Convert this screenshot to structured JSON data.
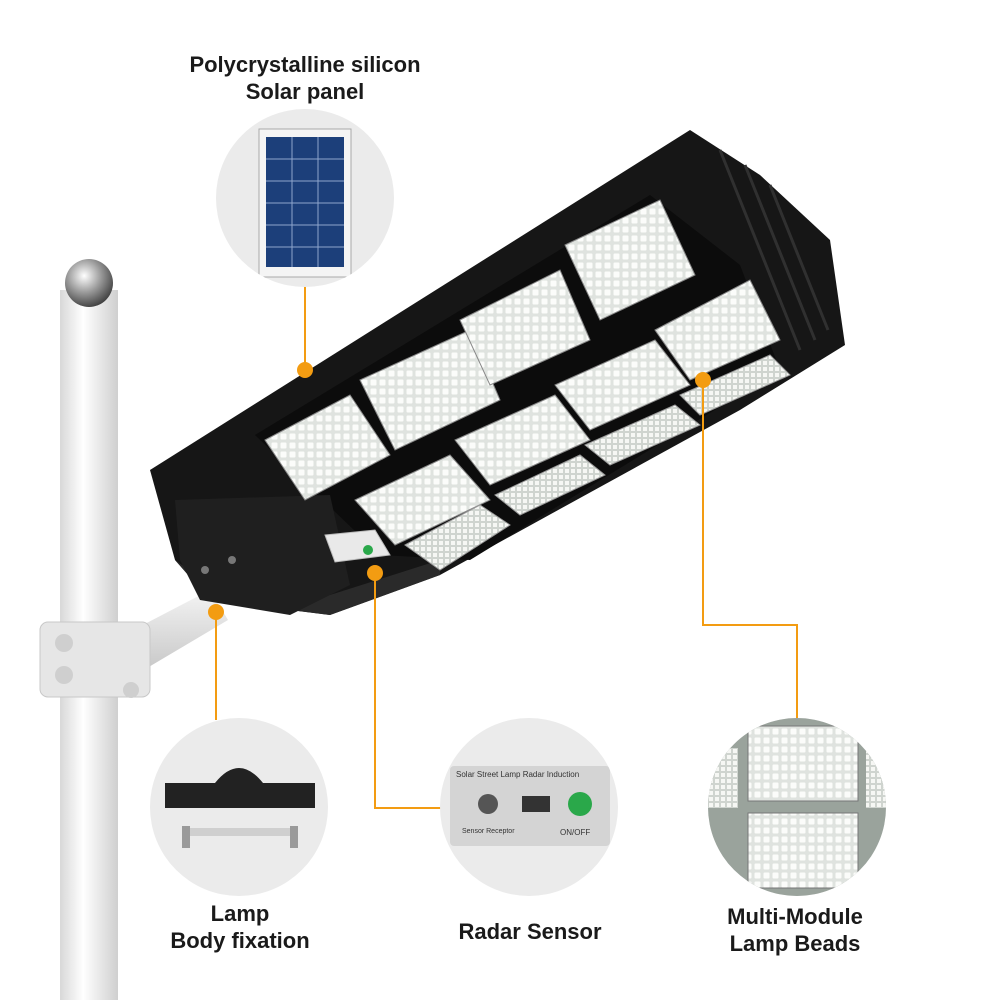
{
  "colors": {
    "leader": "#f39c12",
    "housing": "#161616",
    "pole": "#f2f2f2",
    "led": "#e9ece8",
    "sensor_button": "#2aa84a"
  },
  "labels": {
    "solar": {
      "line1": "Polycrystalline silicon",
      "line2": "Solar panel"
    },
    "fixation": {
      "line1": "Lamp",
      "line2": "Body fixation"
    },
    "radar": {
      "line1": "Radar Sensor"
    },
    "beads": {
      "line1": "Multi-Module",
      "line2": "Lamp Beads"
    }
  },
  "sensor_panel": {
    "title": "Solar Street Lamp Radar Induction",
    "left": "Sensor Receptor",
    "right": "ON/OFF"
  }
}
